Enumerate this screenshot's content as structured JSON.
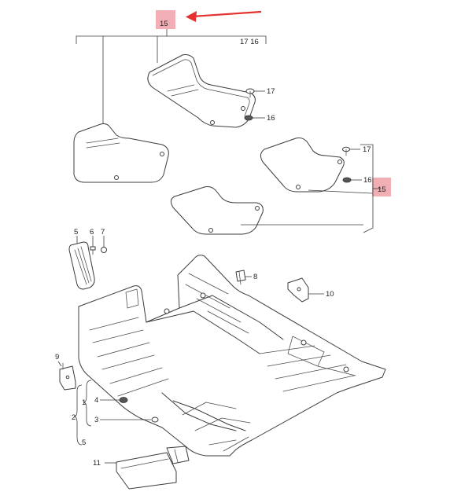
{
  "diagram": {
    "callouts": {
      "c1": "1",
      "c2": "2",
      "c3": "3",
      "c4": "4",
      "c5_side": "5",
      "c5_top": "5",
      "c6": "6",
      "c7": "7",
      "c8": "8",
      "c9": "9",
      "c10": "10",
      "c11": "11",
      "c15_top": "15",
      "c15_right": "15",
      "bracket_ref": "17 16",
      "c16_a": "16",
      "c17_a": "17",
      "c16_b": "16",
      "c17_b": "17"
    },
    "colors": {
      "highlight_fill": "#f0a0a8",
      "arrow": "#e53030",
      "line": "#3c3c3c"
    }
  }
}
